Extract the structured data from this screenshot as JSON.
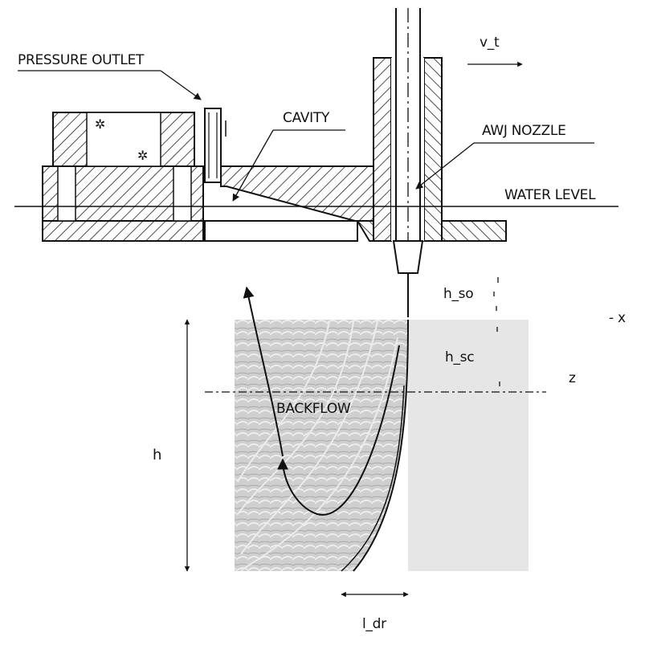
{
  "labels": {
    "pressure_outlet": "PRESSURE OUTLET",
    "cavity": "CAVITY",
    "v_t": "v_t",
    "awj_nozzle": "AWJ NOZZLE",
    "water_level": "WATER LEVEL",
    "h_so": "h_so",
    "h_sc": "h_sc",
    "x": "- x",
    "z": "z",
    "backflow": "BACKFLOW",
    "h": "h",
    "l_dr": "l_dr"
  }
}
